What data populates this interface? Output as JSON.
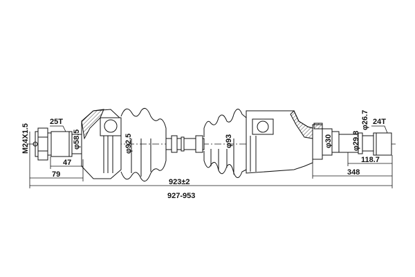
{
  "drawing": {
    "left_thread": "M24X1.5",
    "left_spline": "25T",
    "left_dia_1": "φ58.5",
    "left_dia_2": "φ92.5",
    "dim_47": "47",
    "dim_79": "79",
    "dim_overall": "923±2",
    "dim_range": "927-953",
    "right_dia_boot": "φ93",
    "right_dia_1": "φ30",
    "right_dia_2": "φ29.8",
    "right_dia_3": "φ26.7",
    "right_spline": "24T",
    "dim_118": "118.7",
    "dim_348": "348"
  }
}
